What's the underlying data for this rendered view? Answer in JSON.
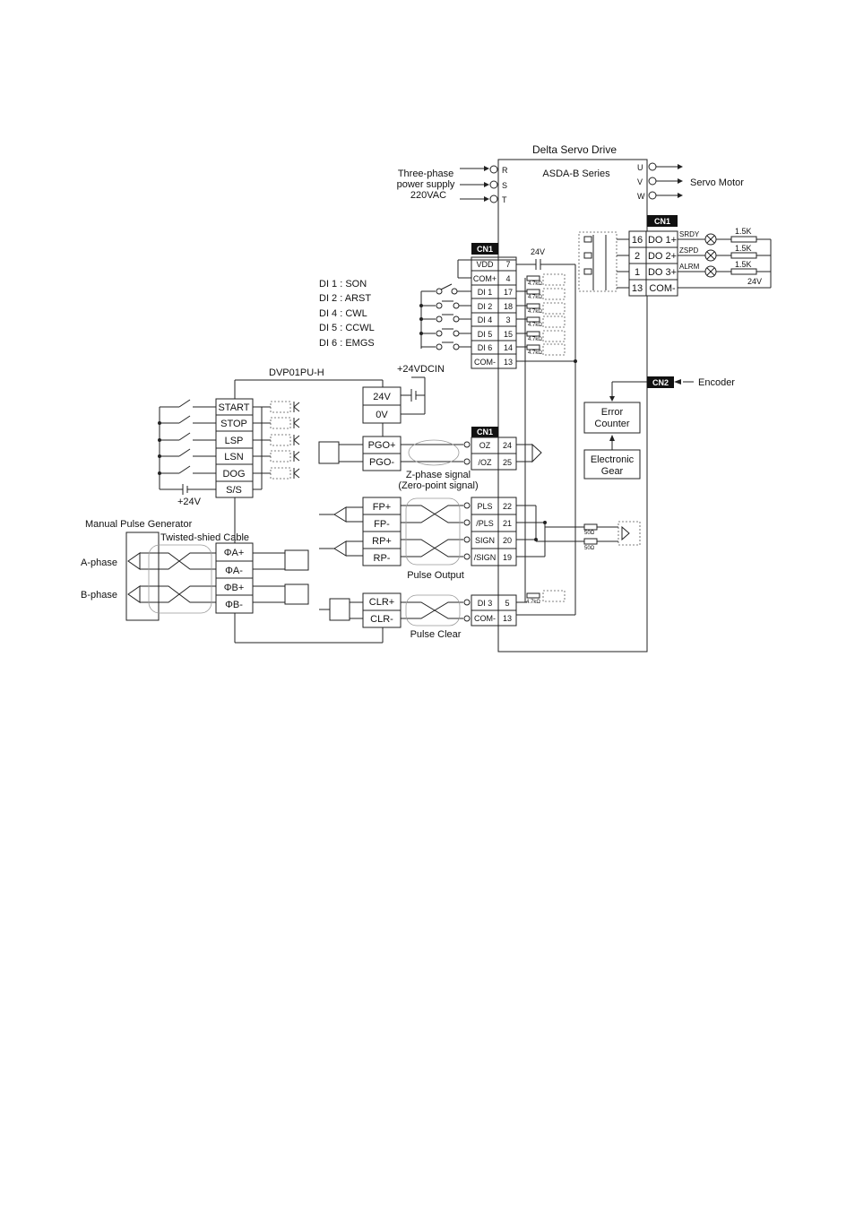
{
  "drive": {
    "title": "Delta Servo Drive",
    "series": "ASDA-B Series"
  },
  "power": {
    "line1": "Three-phase",
    "line2": "power supply",
    "line3": "220VAC",
    "terminals": [
      "R",
      "S",
      "T"
    ]
  },
  "motor": {
    "label": "Servo Motor",
    "terminals": [
      "U",
      "V",
      "W"
    ]
  },
  "cn1_label": "CN1",
  "cn2_label": "CN2",
  "encoder_label": "Encoder",
  "supply_24v": "24V",
  "cn1_top_pins": [
    {
      "name": "VDD",
      "pin": "7"
    },
    {
      "name": "COM+",
      "pin": "4"
    },
    {
      "name": "DI 1",
      "pin": "17"
    },
    {
      "name": "DI 2",
      "pin": "18"
    },
    {
      "name": "DI 4",
      "pin": "3"
    },
    {
      "name": "DI 5",
      "pin": "15"
    },
    {
      "name": "DI 6",
      "pin": "14"
    },
    {
      "name": "COM-",
      "pin": "13"
    }
  ],
  "di_legend": [
    "DI 1 : SON",
    "DI 2 : ARST",
    "DI 4 : CWL",
    "DI 5 : CCWL",
    "DI 6 : EMGS"
  ],
  "resistor_label": "4.7kΩ",
  "do_pins": [
    {
      "pin": "16",
      "name": "DO 1+"
    },
    {
      "pin": "2",
      "name": "DO 2+"
    },
    {
      "pin": "1",
      "name": "DO 3+"
    },
    {
      "pin": "13",
      "name": "COM-"
    }
  ],
  "do_signals": [
    "SRDY",
    "ZSPD",
    "ALRM"
  ],
  "do_resistor": "1.5K",
  "do_supply": "24V",
  "error_counter": {
    "line1": "Error",
    "line2": "Counter"
  },
  "electronic_gear": {
    "line1": "Electronic",
    "line2": "Gear"
  },
  "dvp": {
    "title": "DVP01PU-H",
    "inputs": [
      "START",
      "STOP",
      "LSP",
      "LSN",
      "DOG",
      "S/S"
    ],
    "supply": "+24V",
    "encoder_pins": [
      "ΦA+",
      "ΦA-",
      "ΦB+",
      "ΦB-"
    ]
  },
  "vdcin": {
    "label": "+24VDCIN",
    "pins": [
      "24V",
      "0V"
    ]
  },
  "pgo_pins": [
    "PGO+",
    "PGO-"
  ],
  "z_phase": {
    "line1": "Z-phase signal",
    "line2": "(Zero-point signal)"
  },
  "cn1_z_pins": [
    {
      "name": "OZ",
      "pin": "24"
    },
    {
      "name": "/OZ",
      "pin": "25"
    }
  ],
  "pulse_pins": [
    "FP+",
    "FP-",
    "RP+",
    "RP-"
  ],
  "cn1_pulse_pins": [
    {
      "name": "PLS",
      "pin": "22"
    },
    {
      "name": "/PLS",
      "pin": "21"
    },
    {
      "name": "SIGN",
      "pin": "20"
    },
    {
      "name": "/SIGN",
      "pin": "19"
    }
  ],
  "pulse_output": "Pulse Output",
  "line_resistor": "50Ω",
  "clr_pins": [
    "CLR+",
    "CLR-"
  ],
  "cn1_clr_pins": [
    {
      "name": "DI 3",
      "pin": "5"
    },
    {
      "name": "COM-",
      "pin": "13"
    }
  ],
  "pulse_clear": "Pulse Clear",
  "mpg": {
    "title": "Manual Pulse Generator",
    "cable": "Twisted-shied Cable",
    "a_phase": "A-phase",
    "b_phase": "B-phase"
  }
}
